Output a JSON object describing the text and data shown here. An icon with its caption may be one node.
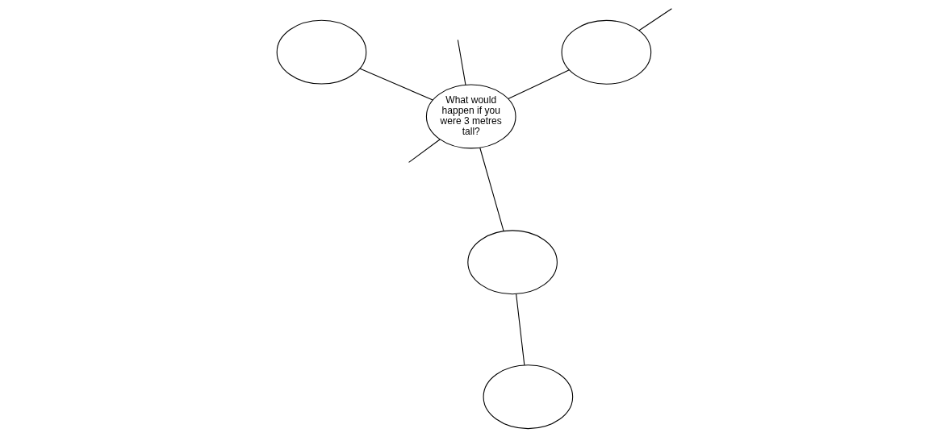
{
  "diagram": {
    "nodes": [
      {
        "text": [
          "What would happen if you were 3 metres tall?"
        ]
      },
      {
        "text": [],
        "shape": "ellipse"
      },
      {
        "text": [],
        "shape": "ellipse"
      },
      {
        "text": [],
        "shape": "ellipse"
      },
      {
        "text": [],
        "shape": "ellipse"
      }
    ],
    "edges": [
      {
        "from": 0,
        "to": 2,
        "arrow": "none"
      },
      {
        "from": 2,
        "to": 1,
        "arrow": "none"
      },
      {
        "from": 0,
        "to": 3,
        "arrow": "none"
      },
      {
        "from": 0,
        "to": 4,
        "arrow": "none"
      },
      {
        "from": 0,
        "to": null,
        "arrow": "none"
      },
      {
        "from": 0,
        "to": null,
        "arrow": "none"
      },
      {
        "from": 4,
        "to": null,
        "arrow": "none"
      }
    ]
  }
}
